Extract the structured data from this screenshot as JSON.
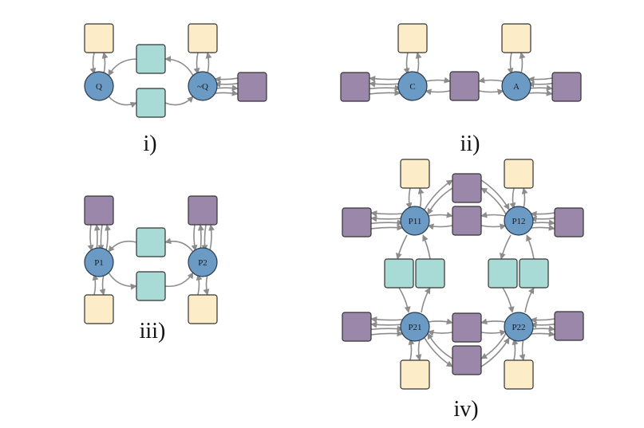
{
  "colors": {
    "process": "#6b9ac4",
    "process_stroke": "#2b3a4a",
    "purple": "#9b87aa",
    "teal": "#a8dbd5",
    "yellow": "#fdecc8",
    "box_stroke": "#333333",
    "edge": "#8c8c8c"
  },
  "panels": [
    {
      "id": "i",
      "label": "i)",
      "processes": [
        "Q",
        "~Q"
      ]
    },
    {
      "id": "ii",
      "label": "ii)",
      "processes": [
        "C",
        "A"
      ]
    },
    {
      "id": "iii",
      "label": "iii)",
      "processes": [
        "P1",
        "P2"
      ]
    },
    {
      "id": "iv",
      "label": "iv)",
      "processes": [
        "P11",
        "P12",
        "P21",
        "P22"
      ]
    }
  ]
}
